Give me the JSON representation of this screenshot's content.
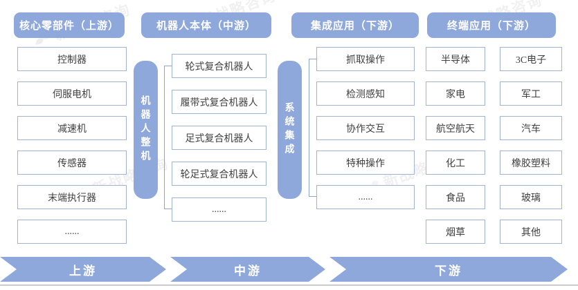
{
  "headers": {
    "core_components": "核心零部件（上游）",
    "robot_body": "机器人本体（中游）",
    "integrated_apps": "集成应用（下游）",
    "terminal_apps": "终端应用（下游）"
  },
  "upstream": {
    "items": [
      "控制器",
      "伺服电机",
      "减速机",
      "传感器",
      "末端执行器",
      "......"
    ]
  },
  "midstream": {
    "bar_label": "机器人整机",
    "items": [
      "轮式复合机器人",
      "履带式复合机器人",
      "足式复合机器人",
      "轮足式复合机器人",
      "......"
    ]
  },
  "integration": {
    "bar_label": "系统集成",
    "items": [
      "抓取操作",
      "检测感知",
      "协作交互",
      "特种操作",
      "......"
    ]
  },
  "terminal": {
    "col1": [
      "半导体",
      "家电",
      "航空航天",
      "化工",
      "食品",
      "烟草"
    ],
    "col2": [
      "3C电子",
      "军工",
      "汽车",
      "橡胶塑料",
      "玻璃",
      "其他"
    ]
  },
  "flow": {
    "upstream": "上游",
    "midstream": "中游",
    "downstream": "下游"
  },
  "watermark": {
    "text": "新战略咨询"
  },
  "colors": {
    "primary_blue": "#8FA8DB",
    "box_border": "#9FB3D2",
    "box_text": "#3F3F3F",
    "baseline_gray": "#CBCBCB"
  }
}
